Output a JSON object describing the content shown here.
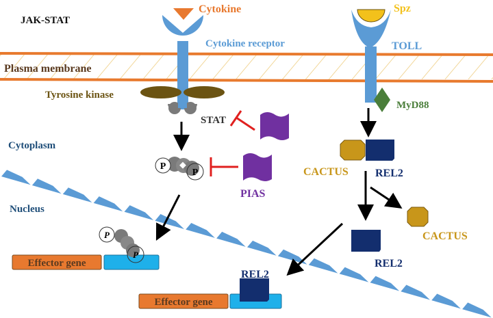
{
  "title": "JAK-STAT",
  "colors": {
    "membrane_line": "#e87a2e",
    "membrane_hatch": "#f2d79a",
    "receptor": "#5b9bd5",
    "cytokine": "#e8792f",
    "spz": "#f3c11b",
    "kinase": "#6b5312",
    "stat": "#7a7a7a",
    "pias": "#7030a0",
    "inhibit": "#e0201f",
    "myd88": "#4a7e3a",
    "cactus": "#c8961a",
    "rel2": "#132e6e",
    "nucleus_membrane": "#5b9bd5",
    "effector": "#e8792f",
    "dna": "#1eb0ea"
  },
  "labels": {
    "cytokine": "Cytokine",
    "cytokine_receptor": "Cytokine receptor",
    "spz": "Spz",
    "toll": "TOLL",
    "plasma_membrane": "Plasma membrane",
    "tyrosine_kinase": "Tyrosine kinase",
    "myd88": "MyD88",
    "stat": "STAT",
    "cytoplasm": "Cytoplasm",
    "nucleus": "Nucleus",
    "pias": "PIAS",
    "cactus_complex": "CACTUS",
    "rel2_complex": "REL2",
    "cactus_free": "CACTUS",
    "rel2_free": "REL2",
    "rel2_bound": "REL2",
    "effector_gene_left": "Effector gene",
    "effector_gene_right": "Effector gene",
    "phospho": "P"
  }
}
